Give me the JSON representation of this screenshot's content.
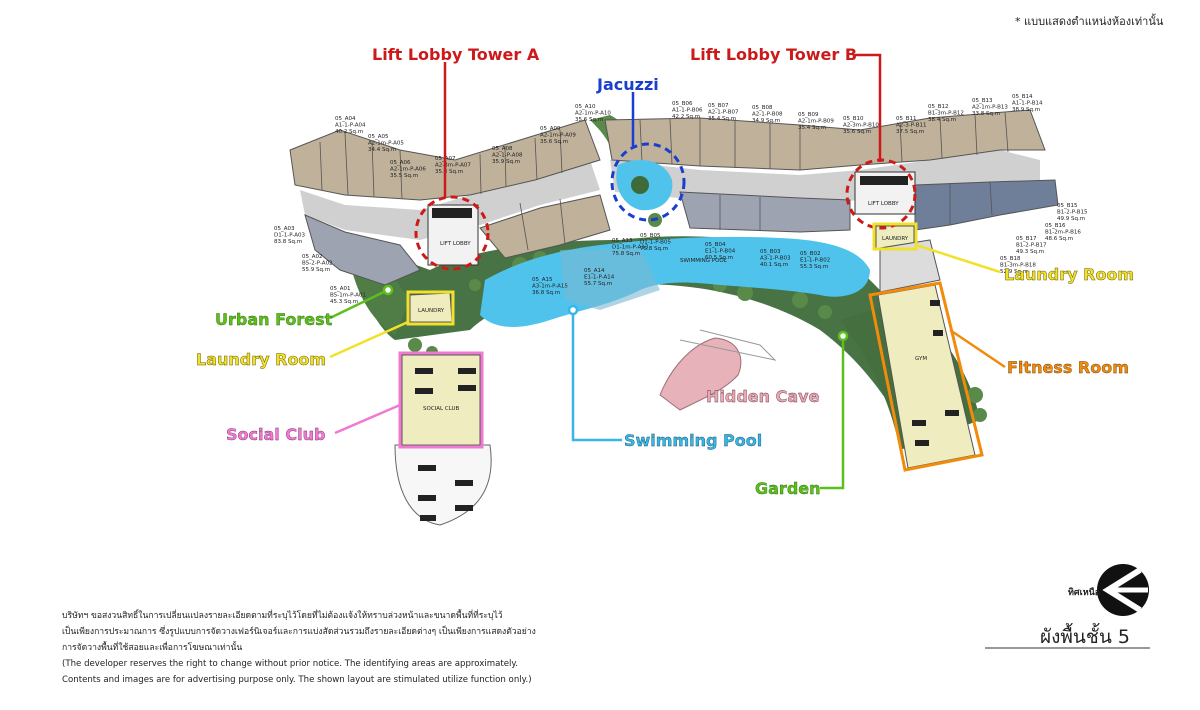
{
  "note": "* แบบแสดงตำแหน่งห้องเท่านั้น",
  "labels": {
    "lift_lobby_a": "Lift Lobby Tower A",
    "lift_lobby_b": "Lift Lobby Tower B",
    "jacuzzi": "Jacuzzi",
    "urban_forest": "Urban Forest",
    "laundry_left": "Laundry Room",
    "laundry_right": "Laundry Room",
    "social_club": "Social Club",
    "swimming_pool": "Swimming Pool",
    "hidden_cave": "Hidden Cave",
    "garden": "Garden",
    "fitness_room": "Fitness Room"
  },
  "plan_text": {
    "lift_lobby": "LIFT LOBBY",
    "lift_lobby_b": "LIFT LOBBY",
    "laundry": "LAUNDRY",
    "laundry_b": "LAUNDRY",
    "social_club": "SOCIAL CLUB",
    "gym": "GYM",
    "pool": "SWIMMING POOL"
  },
  "units": [
    {
      "code": "05_A04",
      "type": "A1-1-P-A04",
      "area": "40.2 Sq.m"
    },
    {
      "code": "05_A05",
      "type": "A2-1m-P-A05",
      "area": "34.4 Sq.m"
    },
    {
      "code": "05_A06",
      "type": "A2-1m-P-A06",
      "area": "35.5 Sq.m"
    },
    {
      "code": "05_A07",
      "type": "A2-3m-P-A07",
      "area": "35.8 Sq.m"
    },
    {
      "code": "05_A08",
      "type": "A2-1-P-A08",
      "area": "35.9 Sq.m"
    },
    {
      "code": "05_A09",
      "type": "A2-1m-P-A09",
      "area": "35.6 Sq.m"
    },
    {
      "code": "05_A10",
      "type": "A2-1m-P-A10",
      "area": "35.6 Sq.m"
    },
    {
      "code": "05_A03",
      "type": "D1-1-P-A03",
      "area": "83.8 Sq.m"
    },
    {
      "code": "05_A02",
      "type": "B5-2-P-A02",
      "area": "55.9 Sq.m"
    },
    {
      "code": "05_A01",
      "type": "B5-1m-P-A01",
      "area": "45.3 Sq.m"
    },
    {
      "code": "05_A13",
      "type": "D1-1m-P-A13",
      "area": "75.8 Sq.m"
    },
    {
      "code": "05_A14",
      "type": "E1-1-P-A14",
      "area": "55.7 Sq.m"
    },
    {
      "code": "05_A15",
      "type": "A3-1m-P-A15",
      "area": "36.8 Sq.m"
    },
    {
      "code": "05_B05",
      "type": "D1-1-P-B05",
      "area": "75.8 Sq.m"
    },
    {
      "code": "05_B04",
      "type": "E1-1-P-B04",
      "area": "60.5 Sq.m"
    },
    {
      "code": "05_B03",
      "type": "A3-1-P-B03",
      "area": "40.1 Sq.m"
    },
    {
      "code": "05_B02",
      "type": "E1-1-P-B02",
      "area": "55.3 Sq.m"
    },
    {
      "code": "05_B06",
      "type": "A1-1-P-B06",
      "area": "42.2 Sq.m"
    },
    {
      "code": "05_B07",
      "type": "A2-1-P-B07",
      "area": "35.4 Sq.m"
    },
    {
      "code": "05_B08",
      "type": "A2-1-P-B08",
      "area": "34.9 Sq.m"
    },
    {
      "code": "05_B09",
      "type": "A2-1m-P-B09",
      "area": "35.4 Sq.m"
    },
    {
      "code": "05_B10",
      "type": "A2-3m-P-B10",
      "area": "35.6 Sq.m"
    },
    {
      "code": "05_B11",
      "type": "A2-3-P-B11",
      "area": "37.5 Sq.m"
    },
    {
      "code": "05_B12",
      "type": "B1-3m-P-B12",
      "area": "38.4 Sq.m"
    },
    {
      "code": "05_B13",
      "type": "A2-1m-P-B13",
      "area": "33.8 Sq.m"
    },
    {
      "code": "05_B14",
      "type": "A1-1-P-B14",
      "area": "38.9 Sq.m"
    },
    {
      "code": "05_B15",
      "type": "B1-2-P-B15",
      "area": "49.9 Sq.m"
    },
    {
      "code": "05_B16",
      "type": "B1-2m-P-B16",
      "area": "48.6 Sq.m"
    },
    {
      "code": "05_B17",
      "type": "B1-2-P-B17",
      "area": "49.3 Sq.m"
    },
    {
      "code": "05_B18",
      "type": "B1-3m-P-B18",
      "area": "52.9 Sq.m"
    }
  ],
  "disclaimer": [
    "บริษัทฯ ขอสงวนสิทธิ์ในการเปลี่ยนแปลงรายละเอียดตามที่ระบุไว้โดยที่ไม่ต้องแจ้งให้ทราบล่วงหน้าและขนาดพื้นที่ที่ระบุไว้",
    "เป็นเพียงการประมาณการ ซึ่งรูปแบบการจัดวางเฟอร์นิเจอร์และการแบ่งสัดส่วนรวมถึงรายละเอียดต่างๆ เป็นเพียงการแสดงตัวอย่าง",
    "การจัดวางพื้นที่ใช้สอยและเพื่อการโฆษณาเท่านั้น",
    "(The developer reserves the right to change without prior notice. The identifying areas are approximately.",
    "Contents and images are for advertising purpose only. The shown layout are stimulated utilize function only.)"
  ],
  "north_label": "ทิศเหนือ",
  "floor_title": "ผังพื้นชั้น 5",
  "colors": {
    "lift": "#cc1a1a",
    "jacuzzi": "#1a3fcc",
    "green": "#5cbf1a",
    "yellow": "#f2e12a",
    "pink": "#f07ad2",
    "pool": "#3ab6e6",
    "orange": "#f28a0a",
    "garden_dark": "#3e6b3a",
    "pool_water": "#4fc3ec",
    "gym_floor": "#efedbf"
  }
}
